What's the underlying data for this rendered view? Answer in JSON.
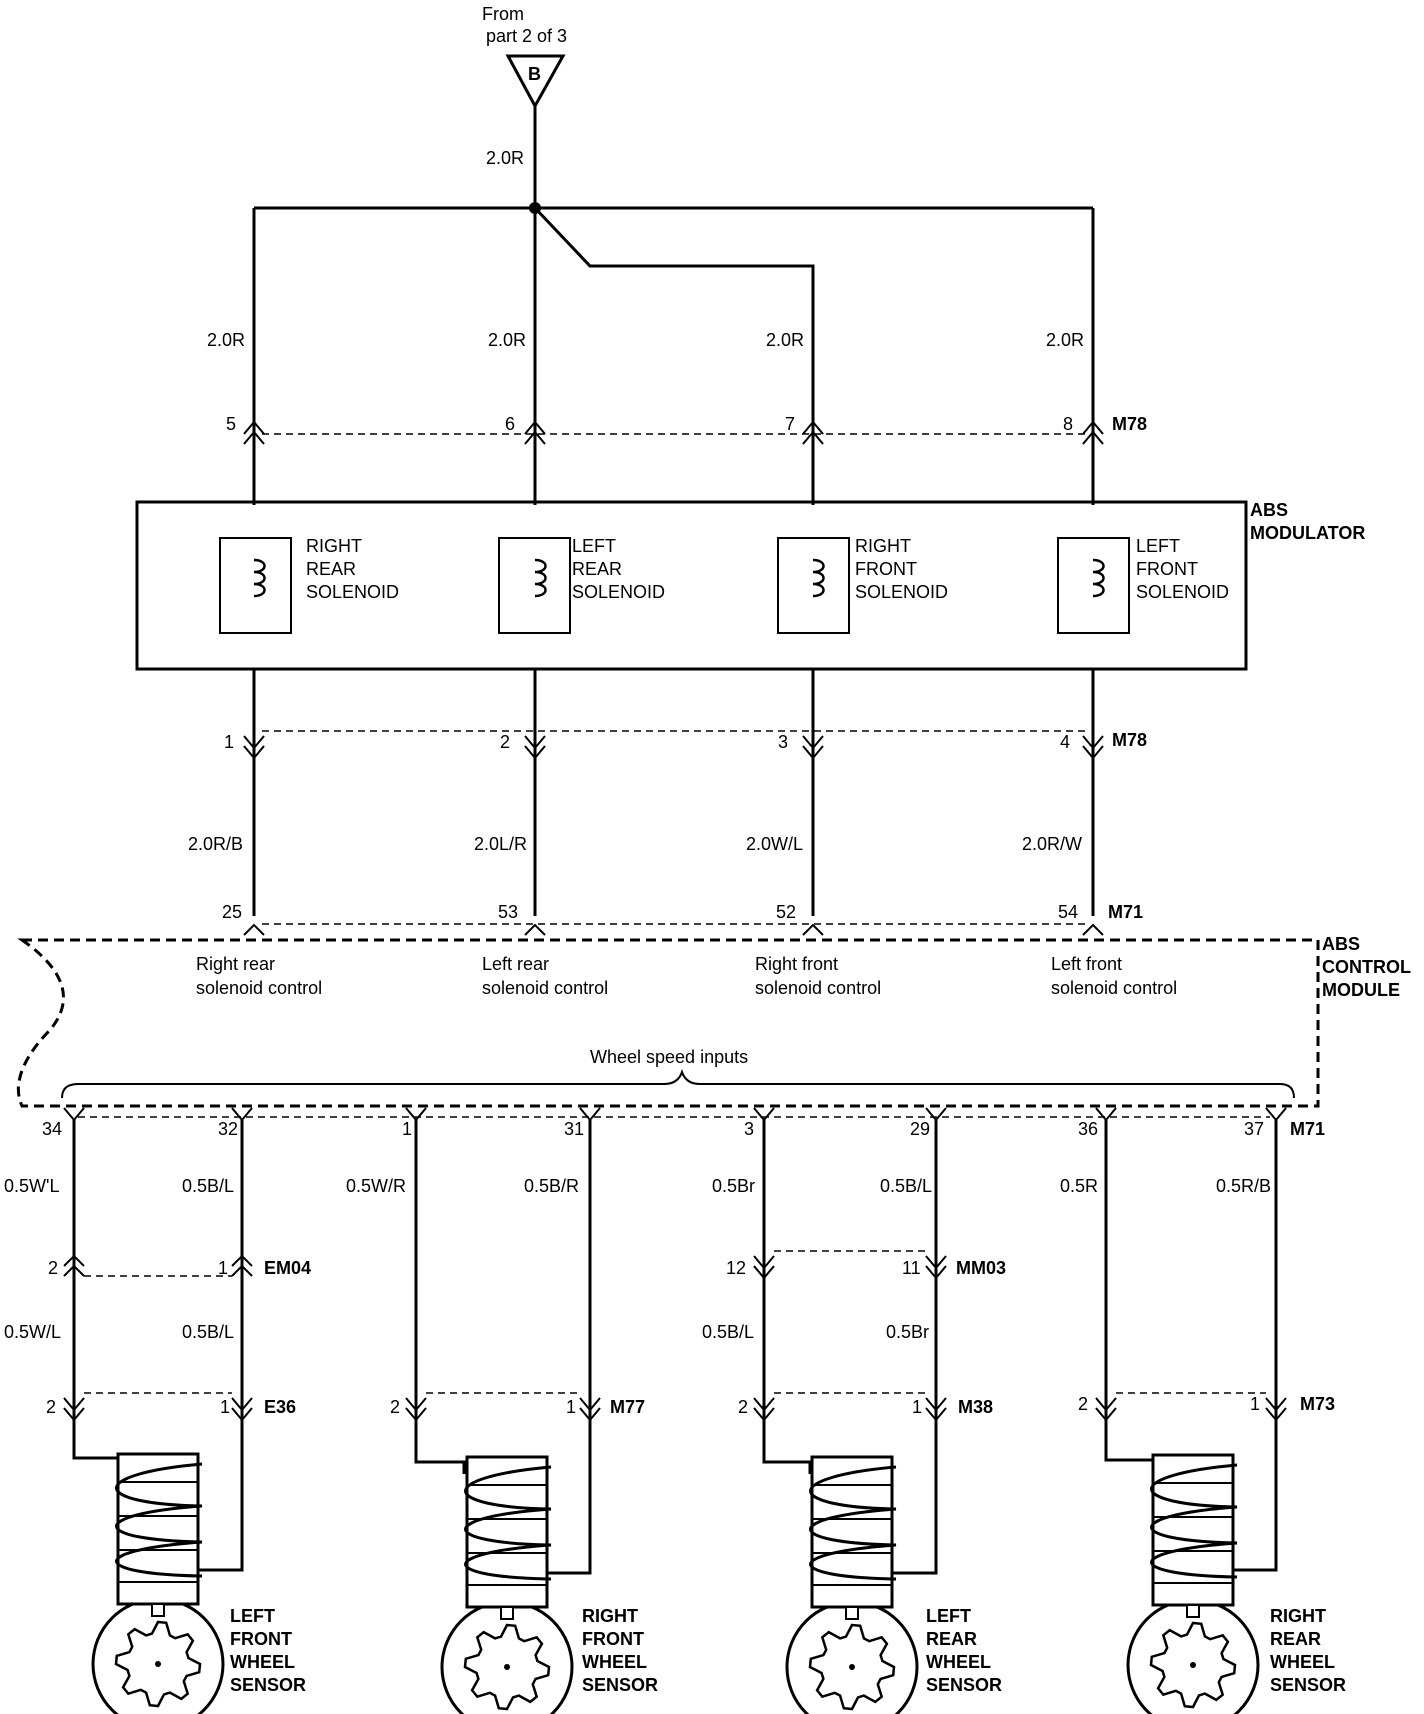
{
  "source": {
    "line1": "From",
    "line2": "part 2 of 3",
    "connector_letter": "B"
  },
  "wires": {
    "feed": "2.0R",
    "top_rr": "2.0R",
    "top_lr": "2.0R",
    "top_rf": "2.0R",
    "top_lf": "2.0R",
    "mid_rr": "2.0R/B",
    "mid_lr": "2.0L/R",
    "mid_rf": "2.0W/L",
    "mid_lf": "2.0R/W",
    "lf_upper_a": "0.5W'L",
    "lf_upper_b": "0.5B/L",
    "lf_lower_a": "0.5W/L",
    "lf_lower_b": "0.5B/L",
    "rf_a": "0.5W/R",
    "rf_b": "0.5B/R",
    "lr_upper_a": "0.5Br",
    "lr_upper_b": "0.5B/L",
    "lr_lower_a": "0.5B/L",
    "lr_lower_b": "0.5Br",
    "rr_a": "0.5R",
    "rr_b": "0.5R/B"
  },
  "connectors": {
    "m78": "M78",
    "m71": "M71",
    "em04": "EM04",
    "mm03": "MM03",
    "e36": "E36",
    "m77": "M77",
    "m38": "M38",
    "m73": "M73"
  },
  "pins": {
    "m78_top": [
      "5",
      "6",
      "7",
      "8"
    ],
    "m78_bot": [
      "1",
      "2",
      "3",
      "4"
    ],
    "m71_top": [
      "25",
      "53",
      "52",
      "54"
    ],
    "m71_bot": [
      "34",
      "32",
      "1",
      "31",
      "3",
      "29",
      "36",
      "37"
    ],
    "em04": [
      "2",
      "1"
    ],
    "mm03": [
      "12",
      "11"
    ],
    "e36": [
      "2",
      "1"
    ],
    "m77": [
      "2",
      "1"
    ],
    "m38": [
      "2",
      "1"
    ],
    "m73": [
      "2",
      "1"
    ]
  },
  "modulator": {
    "title_1": "ABS",
    "title_2": "MODULATOR",
    "solenoids": [
      {
        "l1": "RIGHT",
        "l2": "REAR",
        "l3": "SOLENOID"
      },
      {
        "l1": "LEFT",
        "l2": "REAR",
        "l3": "SOLENOID"
      },
      {
        "l1": "RIGHT",
        "l2": "FRONT",
        "l3": "SOLENOID"
      },
      {
        "l1": "LEFT",
        "l2": "FRONT",
        "l3": "SOLENOID"
      }
    ]
  },
  "control_module": {
    "title_1": "ABS",
    "title_2": "CONTROL",
    "title_3": "MODULE",
    "controls": [
      {
        "l1": "Right rear",
        "l2": "solenoid control"
      },
      {
        "l1": "Left rear",
        "l2": "solenoid control"
      },
      {
        "l1": "Right front",
        "l2": "solenoid control"
      },
      {
        "l1": "Left front",
        "l2": "solenoid control"
      }
    ],
    "wheel_speed": "Wheel speed inputs"
  },
  "sensors": [
    {
      "l1": "LEFT",
      "l2": "FRONT",
      "l3": "WHEEL",
      "l4": "SENSOR"
    },
    {
      "l1": "RIGHT",
      "l2": "FRONT",
      "l3": "WHEEL",
      "l4": "SENSOR"
    },
    {
      "l1": "LEFT",
      "l2": "REAR",
      "l3": "WHEEL",
      "l4": "SENSOR"
    },
    {
      "l1": "RIGHT",
      "l2": "REAR",
      "l3": "WHEEL",
      "l4": "SENSOR"
    }
  ]
}
